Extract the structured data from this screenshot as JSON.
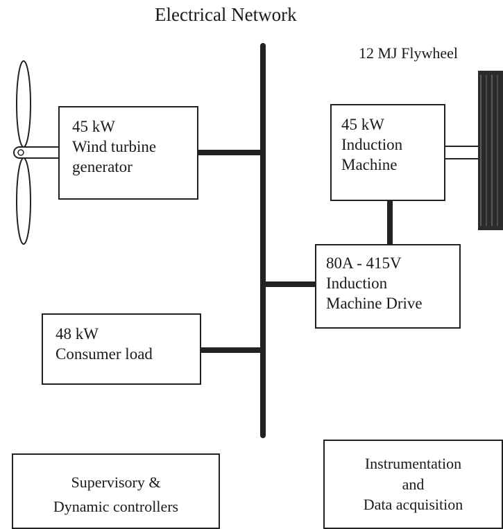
{
  "title": "Electrical Network",
  "flywheel_label": "12 MJ  Flywheel",
  "blocks": {
    "wind_turbine": [
      "45 kW",
      "Wind turbine",
      "generator"
    ],
    "induction_machine": [
      "45 kW",
      "Induction",
      "Machine"
    ],
    "machine_drive": [
      "80A - 415V",
      "Induction",
      "Machine Drive"
    ],
    "consumer_load": [
      "48 kW",
      "Consumer load"
    ],
    "controllers": [
      "Supervisory &",
      "Dynamic  controllers"
    ],
    "instrumentation": [
      "Instrumentation",
      "and",
      "Data  acquisition"
    ]
  },
  "colors": {
    "line": "#222222",
    "flywheel": "#2b2b2b"
  }
}
